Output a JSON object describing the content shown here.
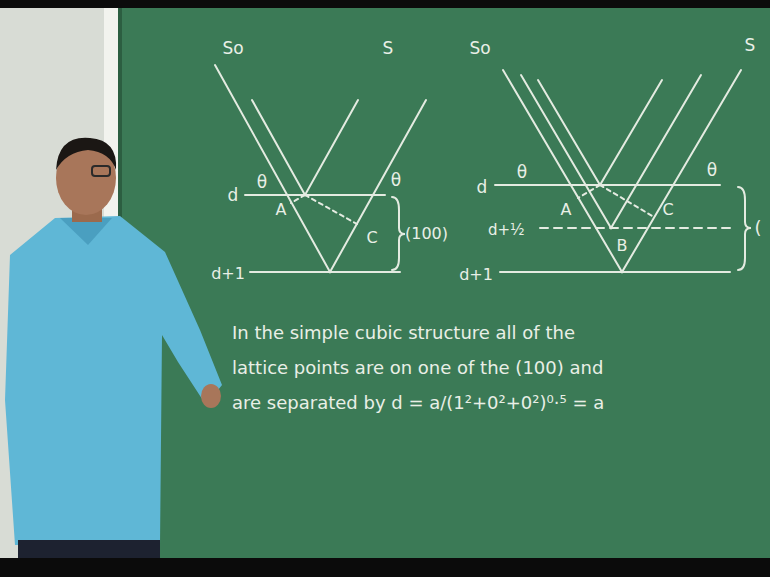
{
  "diagram": {
    "labels": [
      "So",
      "S",
      "θ",
      "θ",
      "d",
      "A",
      "C",
      "(100)",
      "d+1",
      "So",
      "S",
      "θ",
      "θ",
      "d",
      "d+½",
      "A",
      "B",
      "C",
      "d+1",
      "(",
      "In the simple cubic structure all of the",
      "lattice points are on one of the (100) and",
      "are separated by d = a/(1²+0²+0²)⁰·⁵ = a"
    ]
  }
}
